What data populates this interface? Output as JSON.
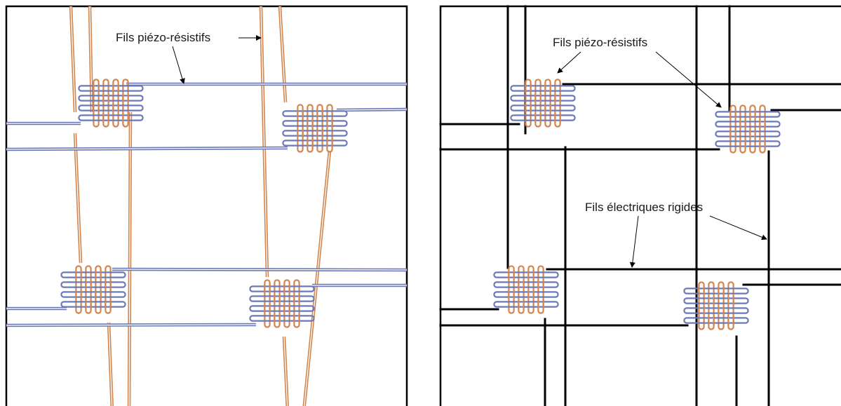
{
  "colors": {
    "copper": "#d4844d",
    "blue": "#6a7ab8",
    "black": "#000000",
    "background": "#ffffff"
  },
  "left_panel": {
    "label": "Fils piézo-résistifs"
  },
  "right_panel": {
    "label_top": "Fils piézo-résistifs",
    "label_bottom": "Fils électriques rigides"
  }
}
